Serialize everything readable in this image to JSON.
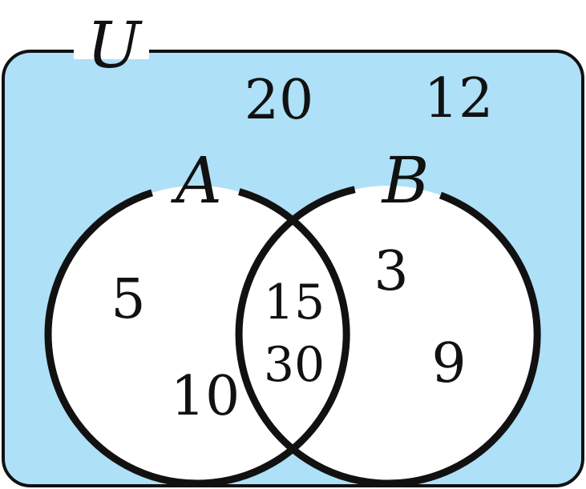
{
  "colors": {
    "background": "#aee0f8",
    "sets": "#ffffff",
    "stroke": "#111111"
  },
  "universe": {
    "label": "U",
    "outside": [
      "20",
      "12"
    ]
  },
  "sets": {
    "a": {
      "label": "A",
      "only": [
        "5",
        "10"
      ]
    },
    "b": {
      "label": "B",
      "only": [
        "3",
        "9"
      ]
    },
    "intersection": [
      "15",
      "30"
    ]
  }
}
